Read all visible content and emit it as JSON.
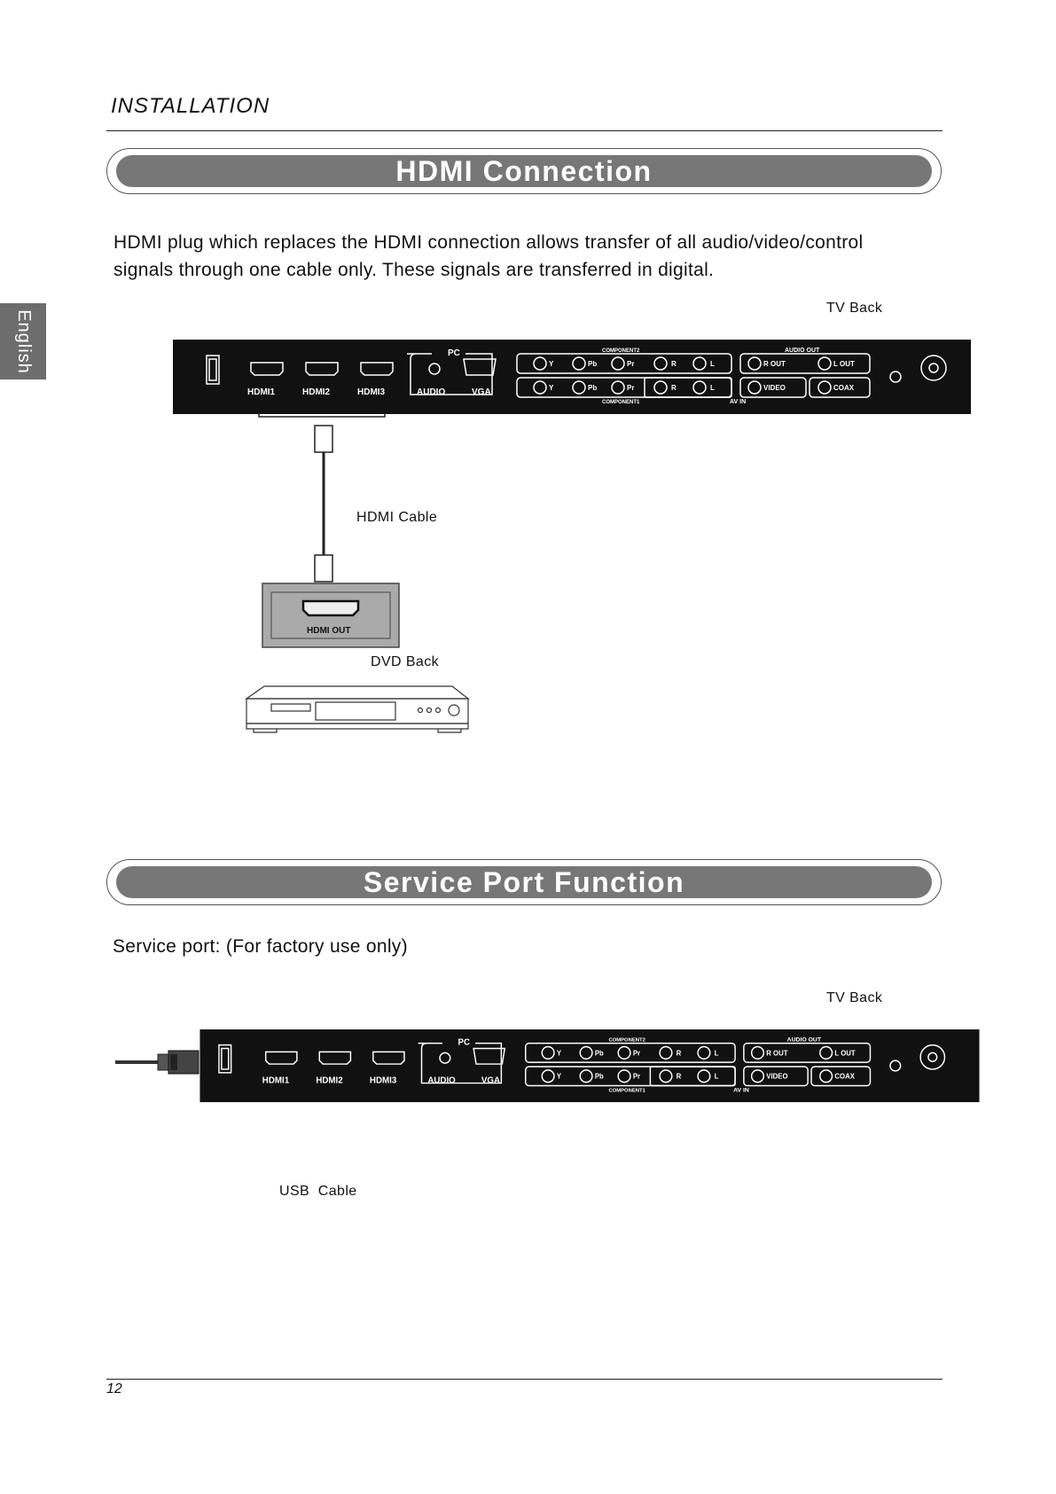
{
  "header": {
    "section": "INSTALLATION"
  },
  "side_tab": {
    "language": "English"
  },
  "hdmi": {
    "title": "HDMI Connection",
    "description_line1": "HDMI plug which replaces the HDMI connection allows transfer of all audio/video/control",
    "description_line2": "signals through one cable only. These signals are transferred in digital.",
    "tv_back_label": "TV Back",
    "cable_label": "HDMI Cable",
    "dvd_back_label": "DVD Back",
    "hdmi_out_label": "HDMI OUT"
  },
  "service": {
    "title": "Service Port Function",
    "description": "Service port:  (For factory use only)",
    "tv_back_label": "TV Back",
    "cable_label": "USB  Cable"
  },
  "panel": {
    "hdmi1": "HDMI1",
    "hdmi2": "HDMI2",
    "hdmi3": "HDMI3",
    "pc": "PC",
    "audio": "AUDIO",
    "vga": "VGA",
    "component2": "COMPONENT2",
    "component1": "COMPONENT1",
    "y": "Y",
    "pb": "Pb",
    "pr": "Pr",
    "r": "R",
    "l": "L",
    "audio_out": "AUDIO OUT",
    "r_out": "R OUT",
    "l_out": "L OUT",
    "video": "VIDEO",
    "coax": "COAX",
    "av_in": "AV IN"
  },
  "footer": {
    "page_number": "12"
  }
}
